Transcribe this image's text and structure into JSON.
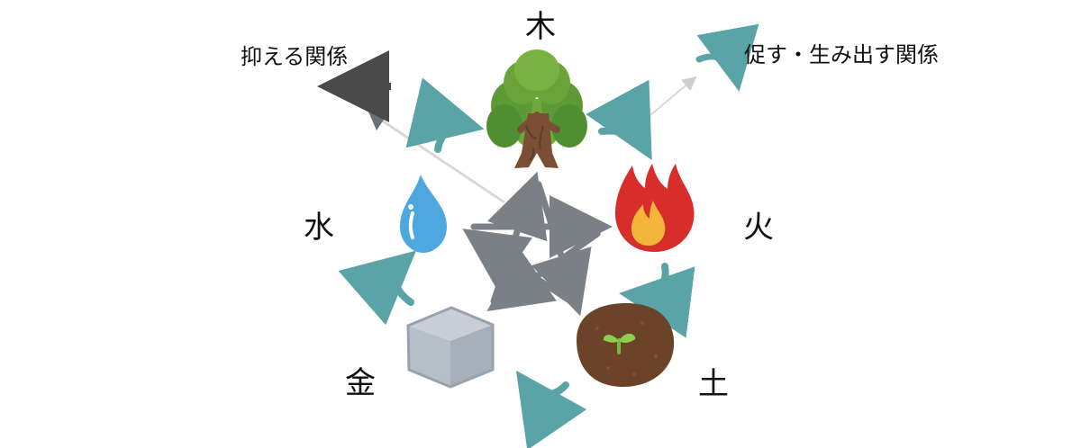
{
  "elements": {
    "wood": "木",
    "fire": "火",
    "earth": "土",
    "metal": "金",
    "water": "水"
  },
  "legend": {
    "control": "抑える関係",
    "generate": "促す・生み出す関係"
  },
  "colors": {
    "generate_arrow": "#5aa3a6",
    "control_arrow": "#7b7f86",
    "legend_control_arrow": "#4a4a4a",
    "guide_line": "#d8d8d8"
  }
}
